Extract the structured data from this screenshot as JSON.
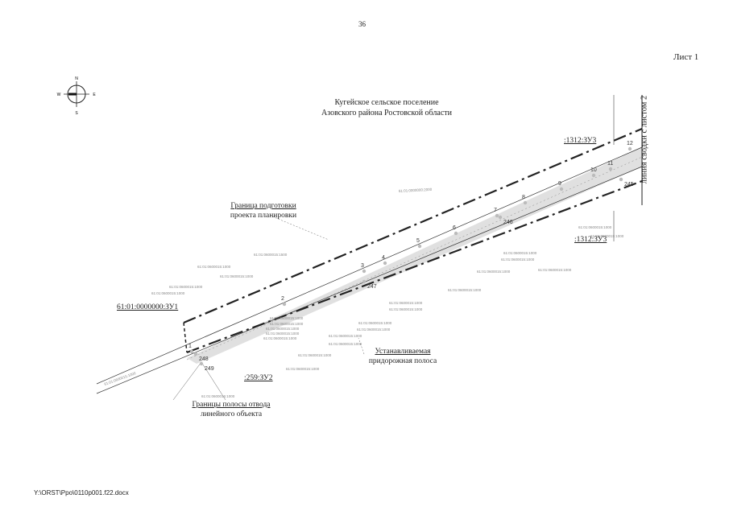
{
  "page": {
    "number": "36",
    "sheet_label": "Лист 1",
    "footer_path": "Y:\\ORST\\Ppo\\0110p001.f22.docx"
  },
  "map": {
    "settlement": "Кугейское сельское поселение",
    "district": "Азовского района Ростовской области",
    "sheet_link": "линия сводки с листом 2",
    "labels": {
      "planning_boundary_1": "Граница  подготовки",
      "planning_boundary_2": "проекта планировки",
      "roadside_strip_1": "Устанавливаемая",
      "roadside_strip_2": "придорожная полоса",
      "right_of_way_1": "Границы полосы отвода",
      "right_of_way_2": "линейного объекта"
    },
    "parcels": {
      "zu1": "61:01:0000000:ЗУ1",
      "zu2": ":259:ЗУ2",
      "zu3a": ":1312:ЗУ3",
      "zu3b": ":1312:ЗУ3"
    },
    "point_numbers": [
      "1",
      "2",
      "3",
      "4",
      "5",
      "6",
      "7",
      "8",
      "9",
      "10",
      "11",
      "12",
      "245",
      "246",
      "247",
      "248",
      "249"
    ],
    "north_arrow": {
      "n": "N",
      "s": "S",
      "e": "E",
      "w": "W"
    },
    "colors": {
      "line": "#222222",
      "fill_strip": "#d8d8d8",
      "points": "#bbbbbb",
      "small_text": "#888888"
    }
  }
}
